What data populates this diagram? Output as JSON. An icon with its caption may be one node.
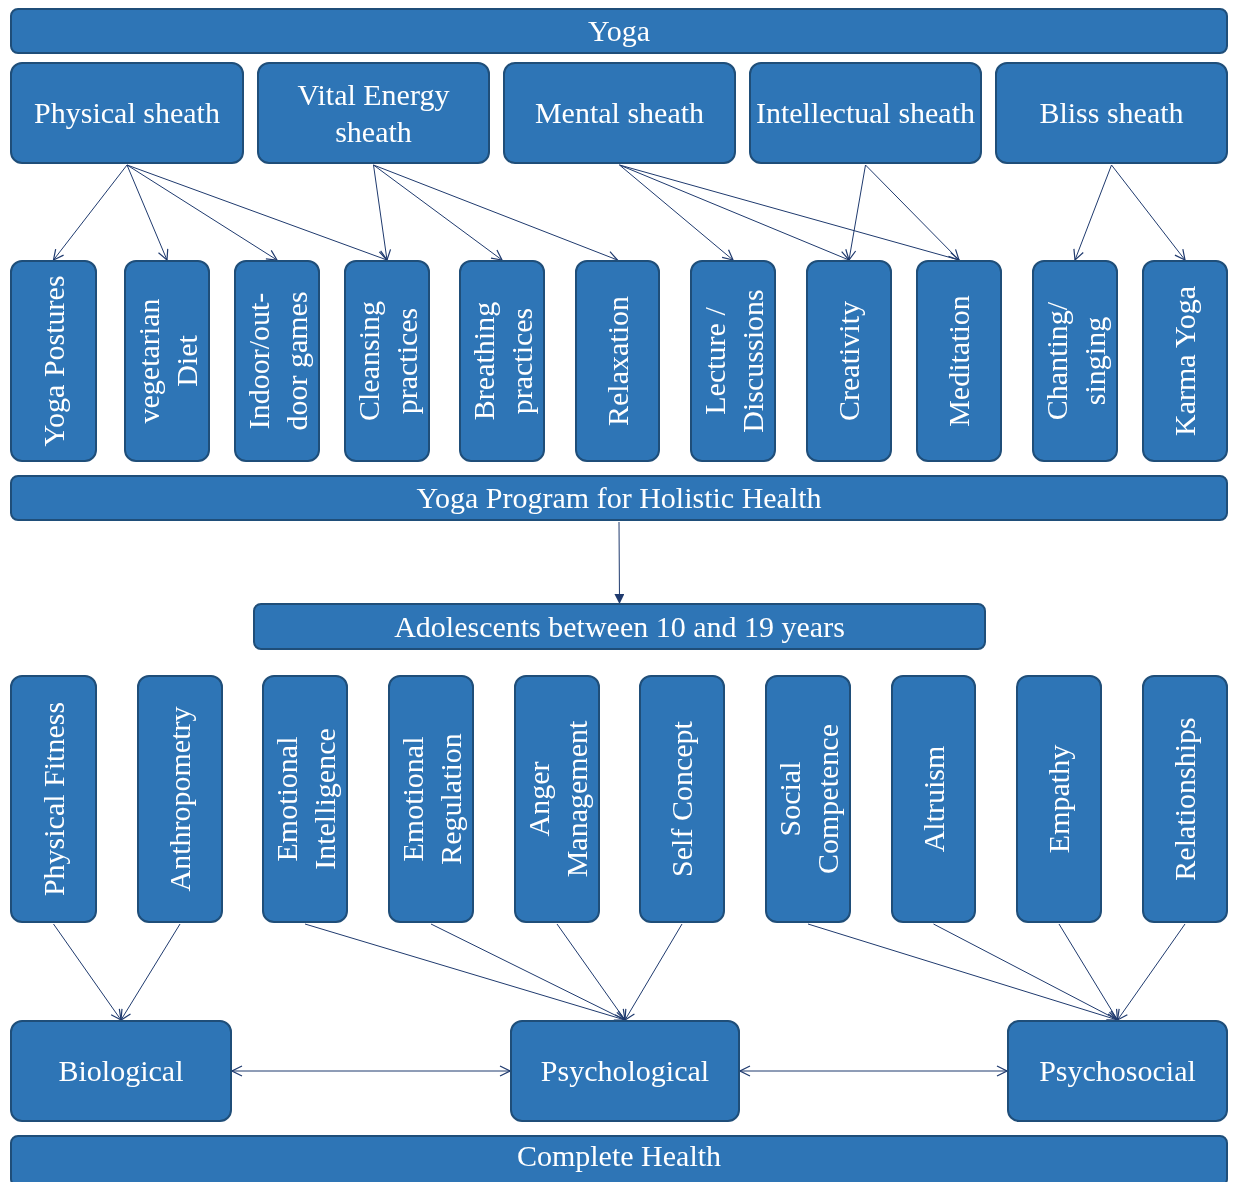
{
  "diagram": {
    "nodes": [
      {
        "text": [
          "Yoga"
        ]
      },
      {
        "text": [
          "Physical sheath"
        ]
      },
      {
        "text": [
          "Vital Energy sheath"
        ]
      },
      {
        "text": [
          "Mental sheath"
        ]
      },
      {
        "text": [
          "Intellectual sheath"
        ]
      },
      {
        "text": [
          "Bliss sheath"
        ]
      },
      {
        "text": [
          "Yoga Postures"
        ]
      },
      {
        "text": [
          "vegetarian Diet"
        ]
      },
      {
        "text": [
          "Indoor/out-door games"
        ]
      },
      {
        "text": [
          "Cleansing practices"
        ]
      },
      {
        "text": [
          "Breathing practices"
        ]
      },
      {
        "text": [
          "Relaxation"
        ]
      },
      {
        "text": [
          "Lecture / Discussions"
        ]
      },
      {
        "text": [
          "Creativity"
        ]
      },
      {
        "text": [
          "Meditation"
        ]
      },
      {
        "text": [
          "Chanting/ singing"
        ]
      },
      {
        "text": [
          "Karma Yoga"
        ]
      },
      {
        "text": [
          "Yoga Program for Holistic Health"
        ]
      },
      {
        "text": [
          "Adolescents between 10 and 19 years"
        ]
      },
      {
        "text": [
          "Physical Fitness"
        ]
      },
      {
        "text": [
          "Anthropometry"
        ]
      },
      {
        "text": [
          "Emotional Intelligence"
        ]
      },
      {
        "text": [
          "Emotional Regulation"
        ]
      },
      {
        "text": [
          "Anger Management"
        ]
      },
      {
        "text": [
          "Self Concept"
        ]
      },
      {
        "text": [
          "Social Competence"
        ]
      },
      {
        "text": [
          "Altruism"
        ]
      },
      {
        "text": [
          "Empathy"
        ]
      },
      {
        "text": [
          "Relationships"
        ]
      },
      {
        "text": [
          "Biological"
        ]
      },
      {
        "text": [
          "Psychological"
        ]
      },
      {
        "text": [
          "Psychosocial"
        ]
      },
      {
        "text": [
          "Complete Health"
        ]
      }
    ],
    "edges": [
      {
        "from": 1,
        "to": 6,
        "arrow": "to"
      },
      {
        "from": 1,
        "to": 7,
        "arrow": "to"
      },
      {
        "from": 1,
        "to": 8,
        "arrow": "to"
      },
      {
        "from": 1,
        "to": 9,
        "arrow": "to"
      },
      {
        "from": 2,
        "to": 9,
        "arrow": "to"
      },
      {
        "from": 2,
        "to": 10,
        "arrow": "to"
      },
      {
        "from": 2,
        "to": 11,
        "arrow": "to"
      },
      {
        "from": 3,
        "to": 12,
        "arrow": "to"
      },
      {
        "from": 3,
        "to": 13,
        "arrow": "to"
      },
      {
        "from": 3,
        "to": 14,
        "arrow": "to"
      },
      {
        "from": 4,
        "to": 13,
        "arrow": "to"
      },
      {
        "from": 4,
        "to": 14,
        "arrow": "to"
      },
      {
        "from": 5,
        "to": 15,
        "arrow": "to"
      },
      {
        "from": 5,
        "to": 16,
        "arrow": "to"
      },
      {
        "from": 17,
        "to": 18,
        "arrow": "to"
      },
      {
        "from": 19,
        "to": 29,
        "arrow": "to"
      },
      {
        "from": 20,
        "to": 29,
        "arrow": "to"
      },
      {
        "from": 21,
        "to": 30,
        "arrow": "to"
      },
      {
        "from": 22,
        "to": 30,
        "arrow": "to"
      },
      {
        "from": 23,
        "to": 30,
        "arrow": "to"
      },
      {
        "from": 24,
        "to": 30,
        "arrow": "to"
      },
      {
        "from": 25,
        "to": 31,
        "arrow": "to"
      },
      {
        "from": 26,
        "to": 31,
        "arrow": "to"
      },
      {
        "from": 27,
        "to": 31,
        "arrow": "to"
      },
      {
        "from": 28,
        "to": 31,
        "arrow": "to"
      },
      {
        "from": 29,
        "to": 30,
        "arrow": "both"
      },
      {
        "from": 30,
        "to": 31,
        "arrow": "both"
      }
    ]
  }
}
